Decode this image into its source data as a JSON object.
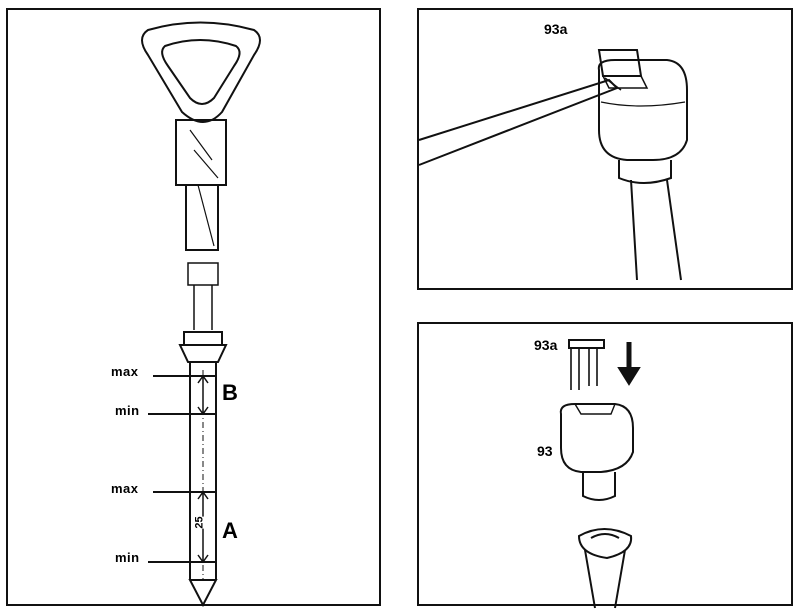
{
  "left_panel": {
    "marks": {
      "max_upper": "max",
      "min_upper": "min",
      "max_lower": "max",
      "min_lower": "min"
    },
    "range_letters": {
      "upper": "B",
      "lower": "A"
    },
    "scale_value": "25"
  },
  "top_right_panel": {
    "part_label": "93a"
  },
  "bottom_right_panel": {
    "part_label_clip": "93a",
    "part_label_cap": "93"
  },
  "colors": {
    "line": "#111111",
    "background": "#ffffff"
  }
}
